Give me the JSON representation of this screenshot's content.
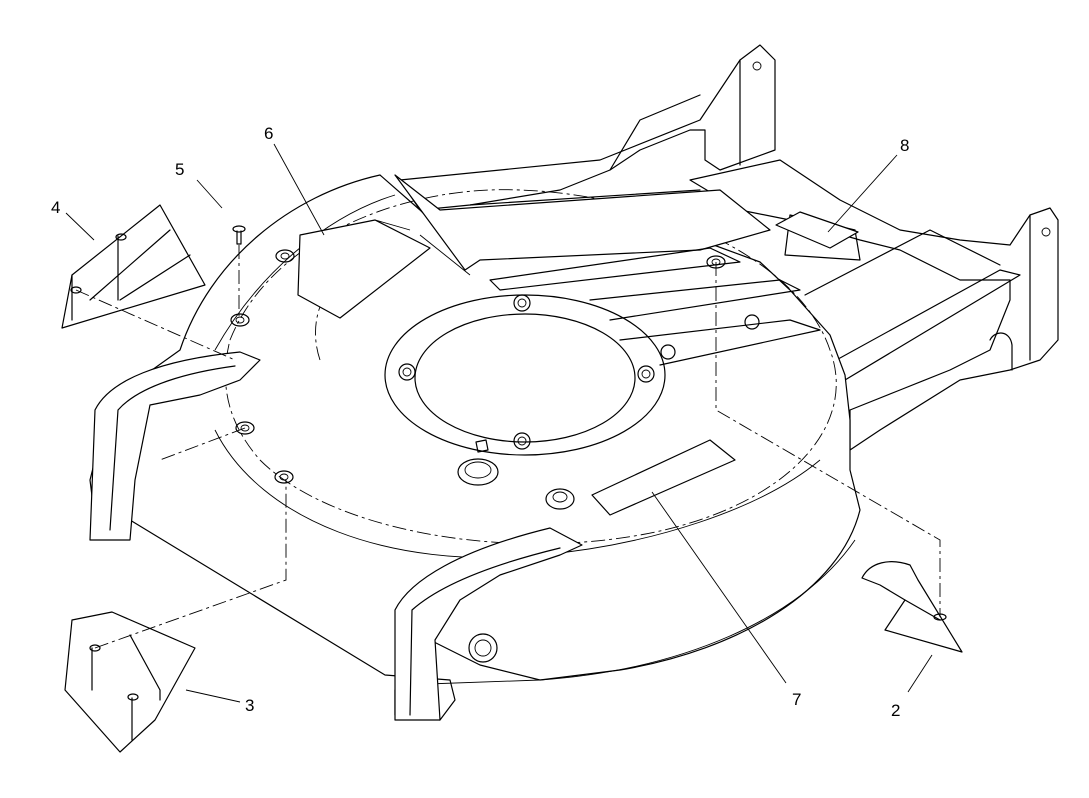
{
  "diagram": {
    "callouts": [
      {
        "id": "c2",
        "label": "2"
      },
      {
        "id": "c3",
        "label": "3"
      },
      {
        "id": "c4",
        "label": "4"
      },
      {
        "id": "c5",
        "label": "5"
      },
      {
        "id": "c6",
        "label": "6"
      },
      {
        "id": "c7",
        "label": "7"
      },
      {
        "id": "c8",
        "label": "8"
      }
    ]
  }
}
